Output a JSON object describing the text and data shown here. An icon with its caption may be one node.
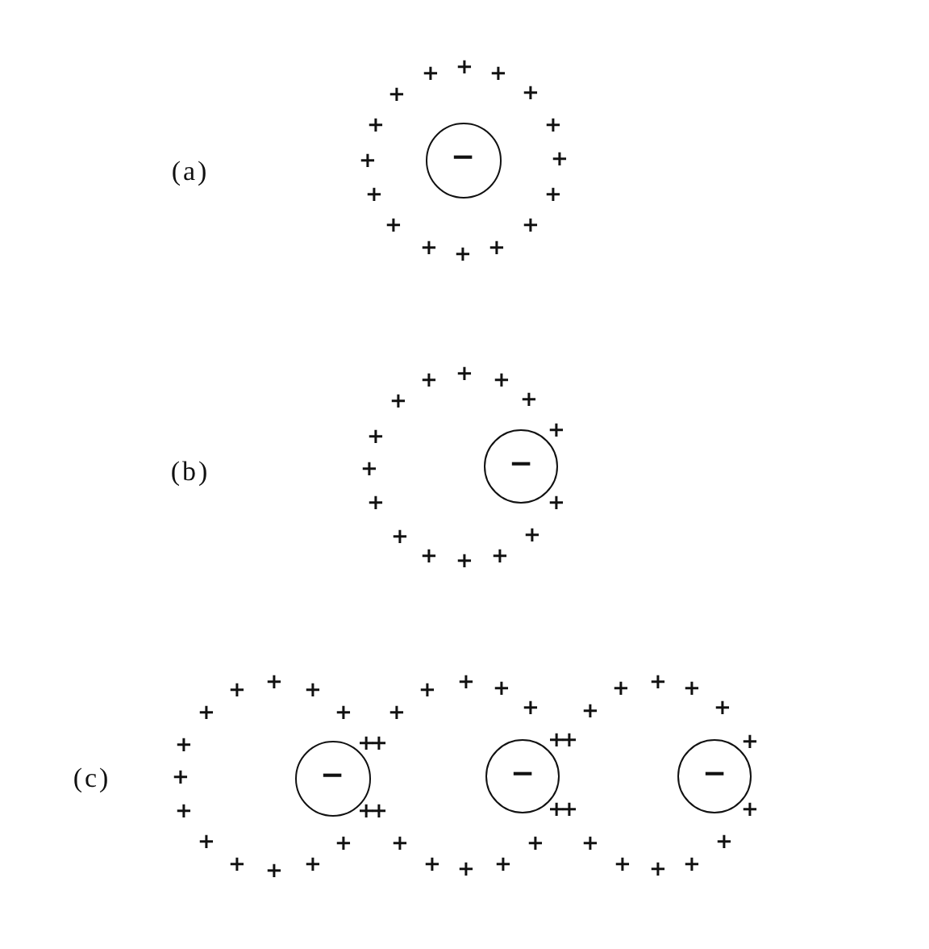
{
  "diagram": {
    "nodes": [
      {
        "text": [
          "−"
        ]
      },
      {
        "text": [
          "−"
        ]
      },
      {
        "text": [
          "−"
        ]
      },
      {
        "text": [
          "−"
        ]
      },
      {
        "text": [
          "−"
        ]
      }
    ],
    "labels": [
      "(a)",
      "+",
      "+",
      "+",
      "+",
      "+",
      "+",
      "+",
      "+",
      "+",
      "+",
      "+",
      "+",
      "+",
      "+",
      "+",
      "+",
      "(b)",
      "+",
      "+",
      "+",
      "+",
      "+",
      "+",
      "+",
      "+",
      "+",
      "+",
      "+",
      "+",
      "+",
      "+",
      "+",
      "(c)",
      "+",
      "+",
      "+",
      "+",
      "+",
      "+",
      "+",
      "+",
      "+",
      "+",
      "+",
      "+",
      "+",
      "+",
      "+",
      "+",
      "++",
      "++",
      "+",
      "+",
      "+",
      "++",
      "++",
      "+",
      "+",
      "+",
      "+",
      "+",
      "+",
      "+",
      "+",
      "+",
      "+",
      "+",
      "+",
      "+",
      "+",
      "+",
      "+"
    ]
  }
}
